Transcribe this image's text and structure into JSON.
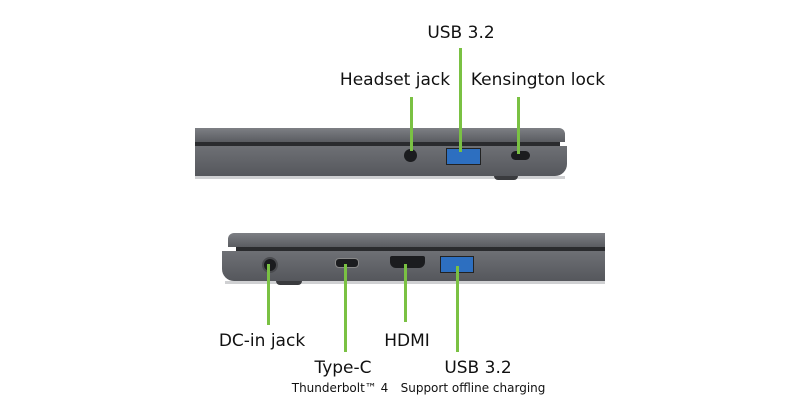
{
  "top_view": {
    "labels": {
      "usb": "USB 3.2",
      "headset": "Headset jack",
      "kensington": "Kensington lock"
    }
  },
  "bottom_view": {
    "labels": {
      "dc": "DC-in jack",
      "typec": "Type-C",
      "typec_sub": "Thunderbolt™ 4",
      "hdmi": "HDMI",
      "usb": "USB 3.2",
      "usb_sub": "Support offline charging"
    }
  },
  "colors": {
    "callout": "#7ac143",
    "chassis": "#636569"
  }
}
